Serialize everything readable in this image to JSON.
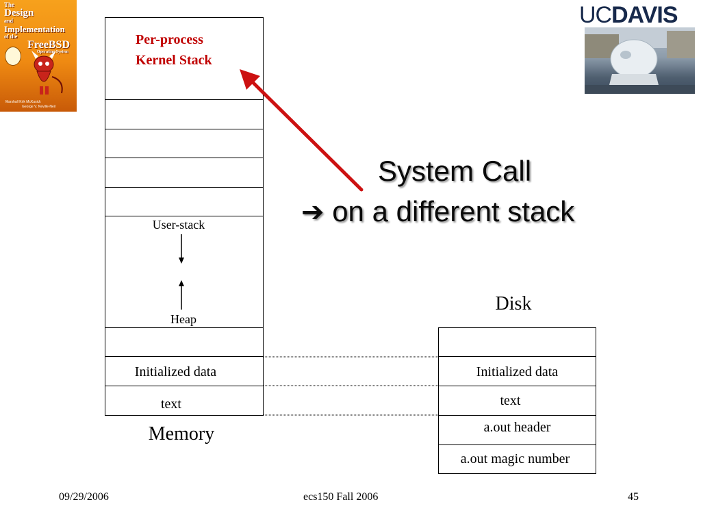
{
  "book": {
    "title_lines": [
      "The",
      "Design",
      "and",
      "Implementation",
      "of the",
      "FreeBSD",
      "Operating System"
    ],
    "authors": [
      "Marshall Kirk McKusick",
      "George V. Neville-Neil"
    ]
  },
  "logo": {
    "uc": "UC",
    "davis": "DAVIS"
  },
  "memory": {
    "kernel_stack": [
      "Per-process",
      "Kernel Stack"
    ],
    "user_stack": "User-stack",
    "heap": "Heap",
    "initialized_data": "Initialized data",
    "text": "text",
    "label": "Memory"
  },
  "title": {
    "line1": "System Call",
    "arrow_glyph": "➔",
    "line2": "on a different stack"
  },
  "disk": {
    "label": "Disk",
    "initialized_data": "Initialized data",
    "text": "text",
    "header": "a.out header",
    "magic": "a.out magic number"
  },
  "footer": {
    "date": "09/29/2006",
    "course": "ecs150 Fall 2006",
    "page": "45"
  },
  "colors": {
    "kernel_text": "#c00000",
    "red_arrow": "#cc1111",
    "logo_blue": "#17294b"
  }
}
